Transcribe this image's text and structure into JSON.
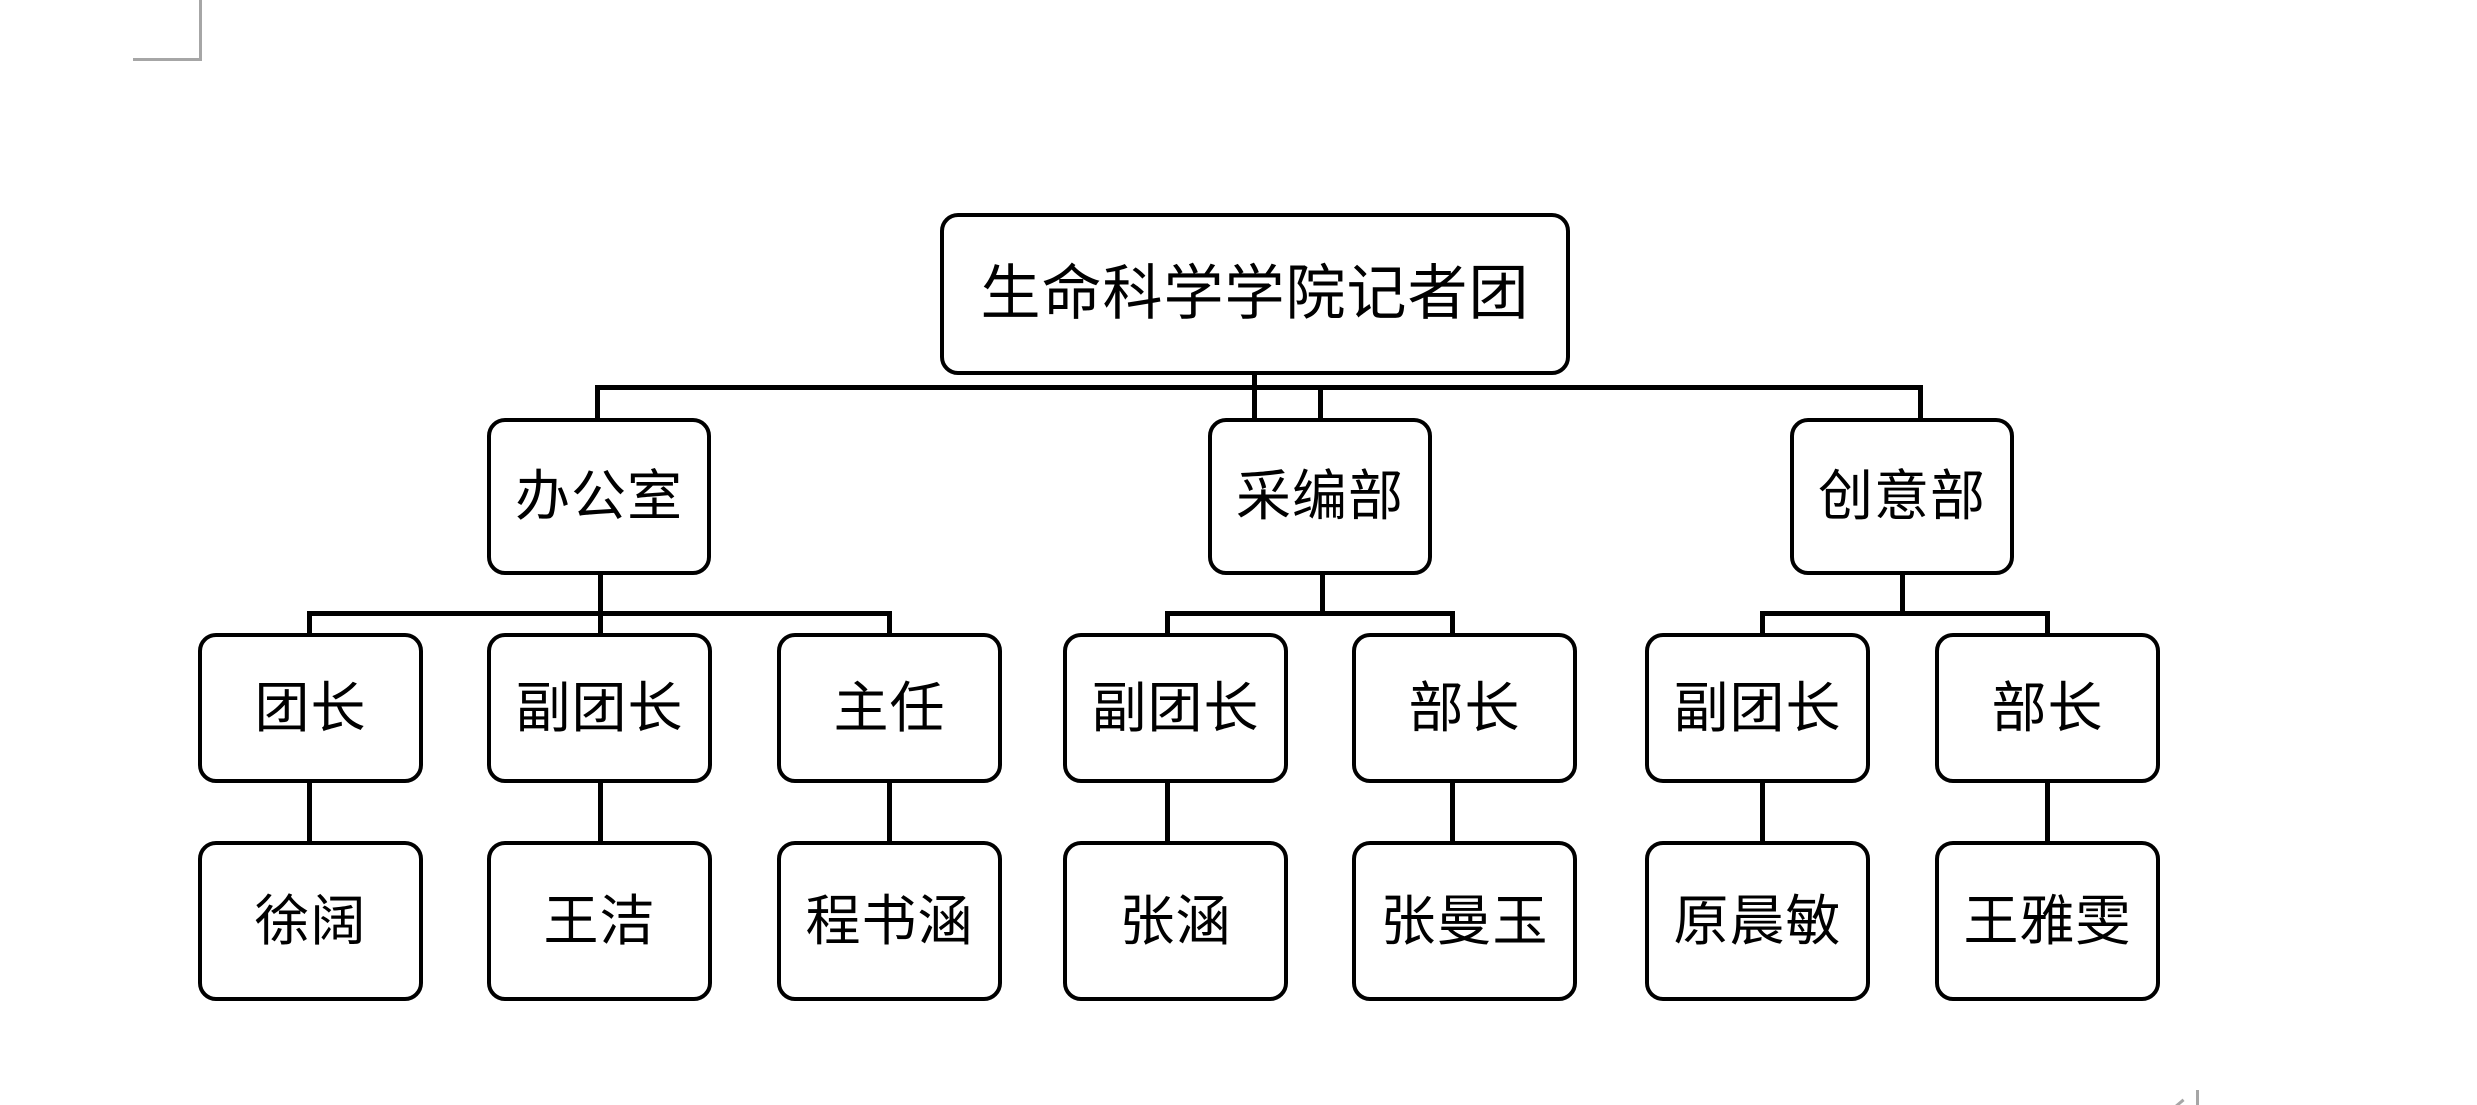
{
  "document": {
    "type": "organization-chart",
    "background_color": "#ffffff",
    "line_color": "#000000",
    "margin_mark_color": "#a6a6a6"
  },
  "chart_data": {
    "type": "tree",
    "title": "生命科学学院记者团",
    "root": "生命科学学院记者团",
    "levels": 4,
    "nodes": [
      {
        "id": "root",
        "label": "生命科学学院记者团",
        "level": 0,
        "parent": null
      },
      {
        "id": "dept1",
        "label": "办公室",
        "level": 1,
        "parent": "root"
      },
      {
        "id": "dept2",
        "label": "采编部",
        "level": 1,
        "parent": "root"
      },
      {
        "id": "dept3",
        "label": "创意部",
        "level": 1,
        "parent": "root"
      },
      {
        "id": "role1",
        "label": "团长",
        "level": 2,
        "parent": "dept1"
      },
      {
        "id": "role2",
        "label": "副团长",
        "level": 2,
        "parent": "dept1"
      },
      {
        "id": "role3",
        "label": "主任",
        "level": 2,
        "parent": "dept1"
      },
      {
        "id": "role4",
        "label": "副团长",
        "level": 2,
        "parent": "dept2"
      },
      {
        "id": "role5",
        "label": "部长",
        "level": 2,
        "parent": "dept2"
      },
      {
        "id": "role6",
        "label": "副团长",
        "level": 2,
        "parent": "dept3"
      },
      {
        "id": "role7",
        "label": "部长",
        "level": 2,
        "parent": "dept3"
      },
      {
        "id": "name1",
        "label": "徐阔",
        "level": 3,
        "parent": "role1"
      },
      {
        "id": "name2",
        "label": "王洁",
        "level": 3,
        "parent": "role2"
      },
      {
        "id": "name3",
        "label": "程书涵",
        "level": 3,
        "parent": "role3"
      },
      {
        "id": "name4",
        "label": "张涵",
        "level": 3,
        "parent": "role4"
      },
      {
        "id": "name5",
        "label": "张曼玉",
        "level": 3,
        "parent": "role5"
      },
      {
        "id": "name6",
        "label": "原晨敏",
        "level": 3,
        "parent": "role6"
      },
      {
        "id": "name7",
        "label": "王雅雯",
        "level": 3,
        "parent": "role7"
      }
    ]
  },
  "root": {
    "label": "生命科学学院记者团"
  },
  "departments": [
    {
      "label": "办公室"
    },
    {
      "label": "采编部"
    },
    {
      "label": "创意部"
    }
  ],
  "roles": [
    {
      "label": "团长"
    },
    {
      "label": "副团长"
    },
    {
      "label": "主任"
    },
    {
      "label": "副团长"
    },
    {
      "label": "部长"
    },
    {
      "label": "副团长"
    },
    {
      "label": "部长"
    }
  ],
  "people": [
    {
      "label": "徐阔"
    },
    {
      "label": "王洁"
    },
    {
      "label": "程书涵"
    },
    {
      "label": "张涵"
    },
    {
      "label": "张曼玉"
    },
    {
      "label": "原晨敏"
    },
    {
      "label": "王雅雯"
    }
  ]
}
